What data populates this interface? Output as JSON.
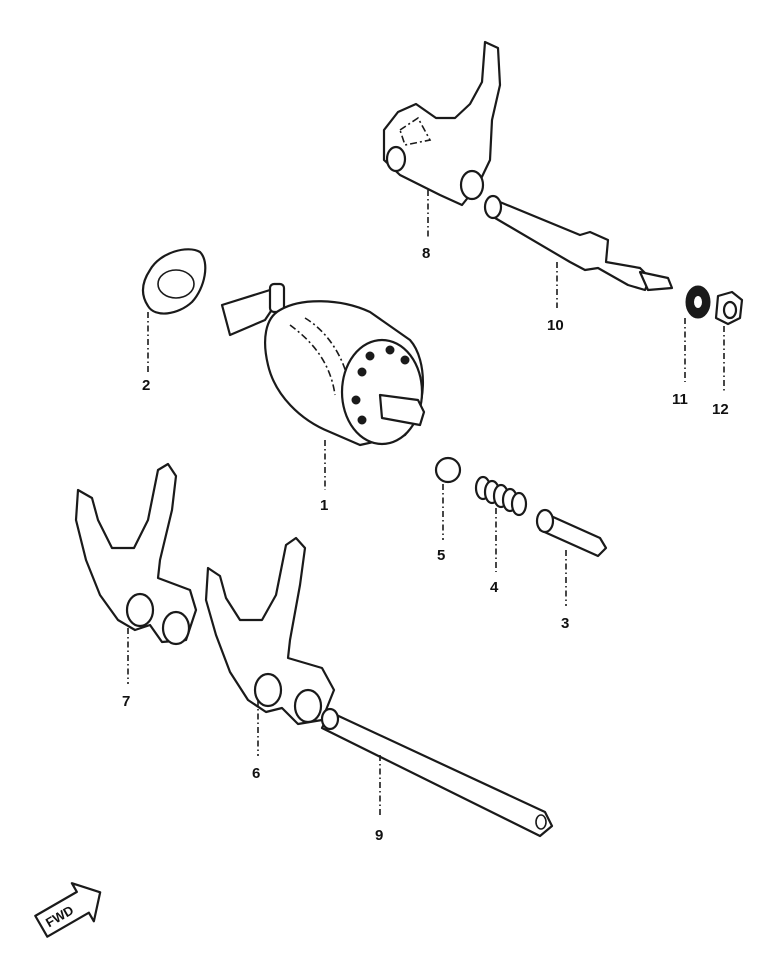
{
  "diagram": {
    "parts": [
      {
        "id": "part-1",
        "label": "1"
      },
      {
        "id": "part-2",
        "label": "2"
      },
      {
        "id": "part-3",
        "label": "3"
      },
      {
        "id": "part-4",
        "label": "4"
      },
      {
        "id": "part-5",
        "label": "5"
      },
      {
        "id": "part-6",
        "label": "6"
      },
      {
        "id": "part-7",
        "label": "7"
      },
      {
        "id": "part-8",
        "label": "8"
      },
      {
        "id": "part-9",
        "label": "9"
      },
      {
        "id": "part-10",
        "label": "10"
      },
      {
        "id": "part-11",
        "label": "11"
      },
      {
        "id": "part-12",
        "label": "12"
      }
    ],
    "direction_badge": "FWD"
  }
}
